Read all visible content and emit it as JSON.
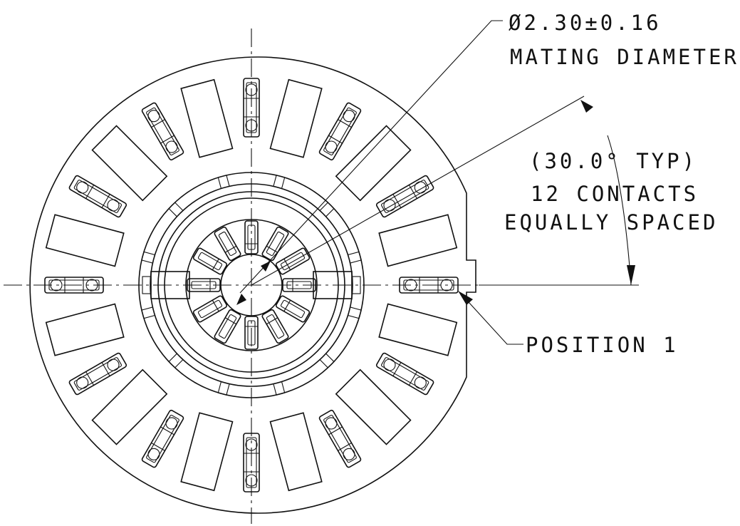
{
  "annotations": {
    "diameter_value": "Ø2.30±0.16",
    "diameter_label": "MATING DIAMETER",
    "angle_label": "(30.0° TYP)",
    "contacts_count": "12 CONTACTS",
    "contacts_spacing": "EQUALLY SPACED",
    "position_label": "POSITION 1"
  },
  "counts": {
    "contacts": 12,
    "slots": 12,
    "inner_pins": 12
  },
  "colors": {
    "line": "#111111",
    "background": "#ffffff"
  }
}
